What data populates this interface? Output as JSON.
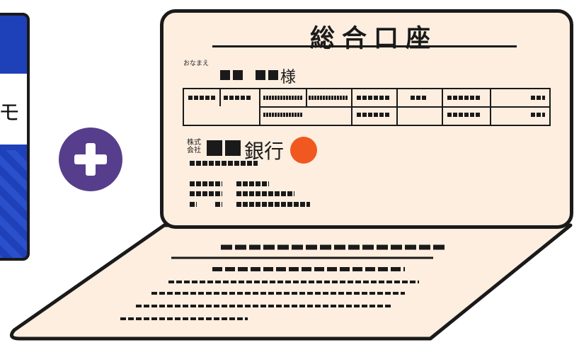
{
  "side_card": {
    "glyph": "モ"
  },
  "plus_icon": "plus-icon",
  "passbook": {
    "title": "総合口座",
    "name_caption": "おなまえ",
    "name_suffix": "様",
    "company_label": "株式\n会社",
    "bank_suffix": "銀行"
  },
  "colors": {
    "page": "#fdeee0",
    "outline": "#1a1a1a",
    "plus_circle": "#563e8c",
    "stamp": "#f0581f",
    "card_blue": "#1e40b8"
  }
}
